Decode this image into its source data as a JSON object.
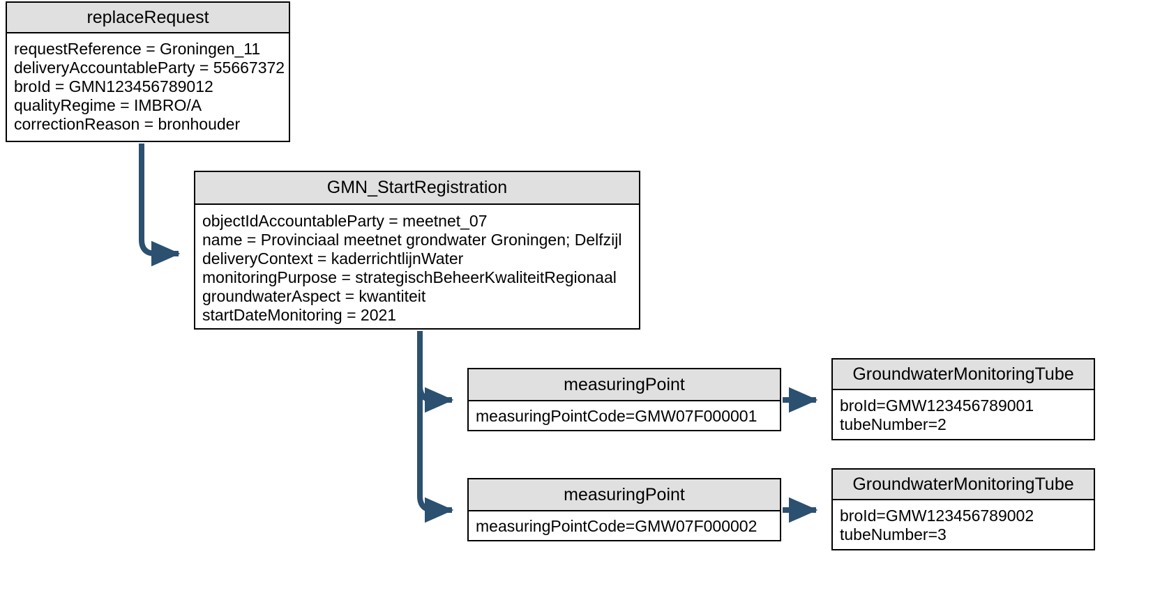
{
  "diagram": {
    "type": "object-instance-diagram",
    "accent_color": "#2b5070",
    "node_header_fill": "#e0e0e0",
    "node_border_color": "#000000",
    "background": "#ffffff"
  },
  "nodes": {
    "replace_request": {
      "title": "replaceRequest",
      "attributes": [
        "requestReference = Groningen_11",
        "deliveryAccountableParty = 55667372",
        "broId = GMN123456789012",
        "qualityRegime = IMBRO/A",
        "correctionReason = bronhouder"
      ]
    },
    "gmn_start_registration": {
      "title": "GMN_StartRegistration",
      "attributes": [
        "objectIdAccountableParty = meetnet_07",
        "name = Provinciaal meetnet grondwater Groningen; Delfzijl",
        "deliveryContext = kaderrichtlijnWater",
        "monitoringPurpose = strategischBeheerKwaliteitRegionaal",
        "groundwaterAspect = kwantiteit",
        "startDateMonitoring = 2021"
      ]
    },
    "measuring_point_1": {
      "title": "measuringPoint",
      "attributes": [
        "measuringPointCode=GMW07F000001"
      ]
    },
    "measuring_point_2": {
      "title": "measuringPoint",
      "attributes": [
        "measuringPointCode=GMW07F000002"
      ]
    },
    "groundwater_monitoring_tube_1": {
      "title": "GroundwaterMonitoringTube",
      "attributes": [
        "broId=GMW123456789001",
        "tubeNumber=2"
      ]
    },
    "groundwater_monitoring_tube_2": {
      "title": "GroundwaterMonitoringTube",
      "attributes": [
        "broId=GMW123456789002",
        "tubeNumber=3"
      ]
    }
  },
  "connectors": [
    {
      "name": "replace-request-to-gmn-start",
      "from": "replace_request",
      "to": "gmn_start_registration"
    },
    {
      "name": "gmn-start-to-measuring-point-1",
      "from": "gmn_start_registration",
      "to": "measuring_point_1"
    },
    {
      "name": "gmn-start-to-measuring-point-2",
      "from": "gmn_start_registration",
      "to": "measuring_point_2"
    },
    {
      "name": "measuring-point-1-to-tube-1",
      "from": "measuring_point_1",
      "to": "groundwater_monitoring_tube_1"
    },
    {
      "name": "measuring-point-2-to-tube-2",
      "from": "measuring_point_2",
      "to": "groundwater_monitoring_tube_2"
    }
  ]
}
